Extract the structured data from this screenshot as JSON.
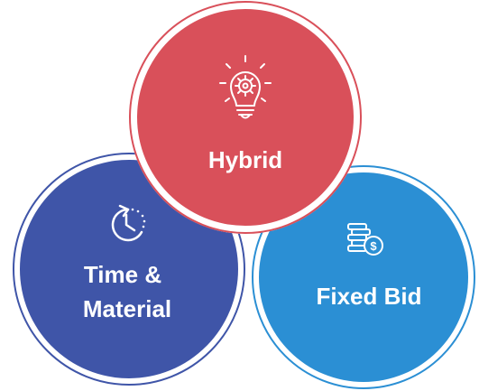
{
  "diagram": {
    "hybrid": {
      "label": "Hybrid",
      "icon": "lightbulb-gear-icon",
      "color": "#D9505A"
    },
    "time_material": {
      "label_line1": "Time &",
      "label_line2": "Material",
      "icon": "clock-icon",
      "color": "#3F55A8"
    },
    "fixed_bid": {
      "label": "Fixed Bid",
      "icon": "coins-dollar-icon",
      "color": "#2B8FD4"
    },
    "background": "#FFFFFF"
  }
}
